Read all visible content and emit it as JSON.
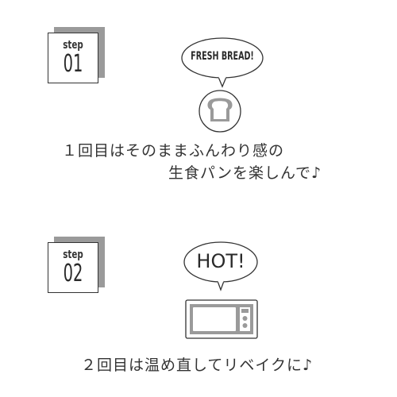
{
  "steps": [
    {
      "label": "step",
      "number": "01",
      "bubble_text": "FRESH BREAD!",
      "icon": "bread-slice-icon",
      "caption_lines": [
        "１回目はそのままふんわり感の",
        "生食パンを楽しんで♪"
      ]
    },
    {
      "label": "step",
      "number": "02",
      "bubble_text": "HOT!",
      "icon": "microwave-icon",
      "caption_lines": [
        "２回目は温め直してリベイクに♪"
      ]
    }
  ],
  "colors": {
    "line": "#333333",
    "badge_shadow": "#9a9a9a",
    "text": "#2a2a2a"
  }
}
